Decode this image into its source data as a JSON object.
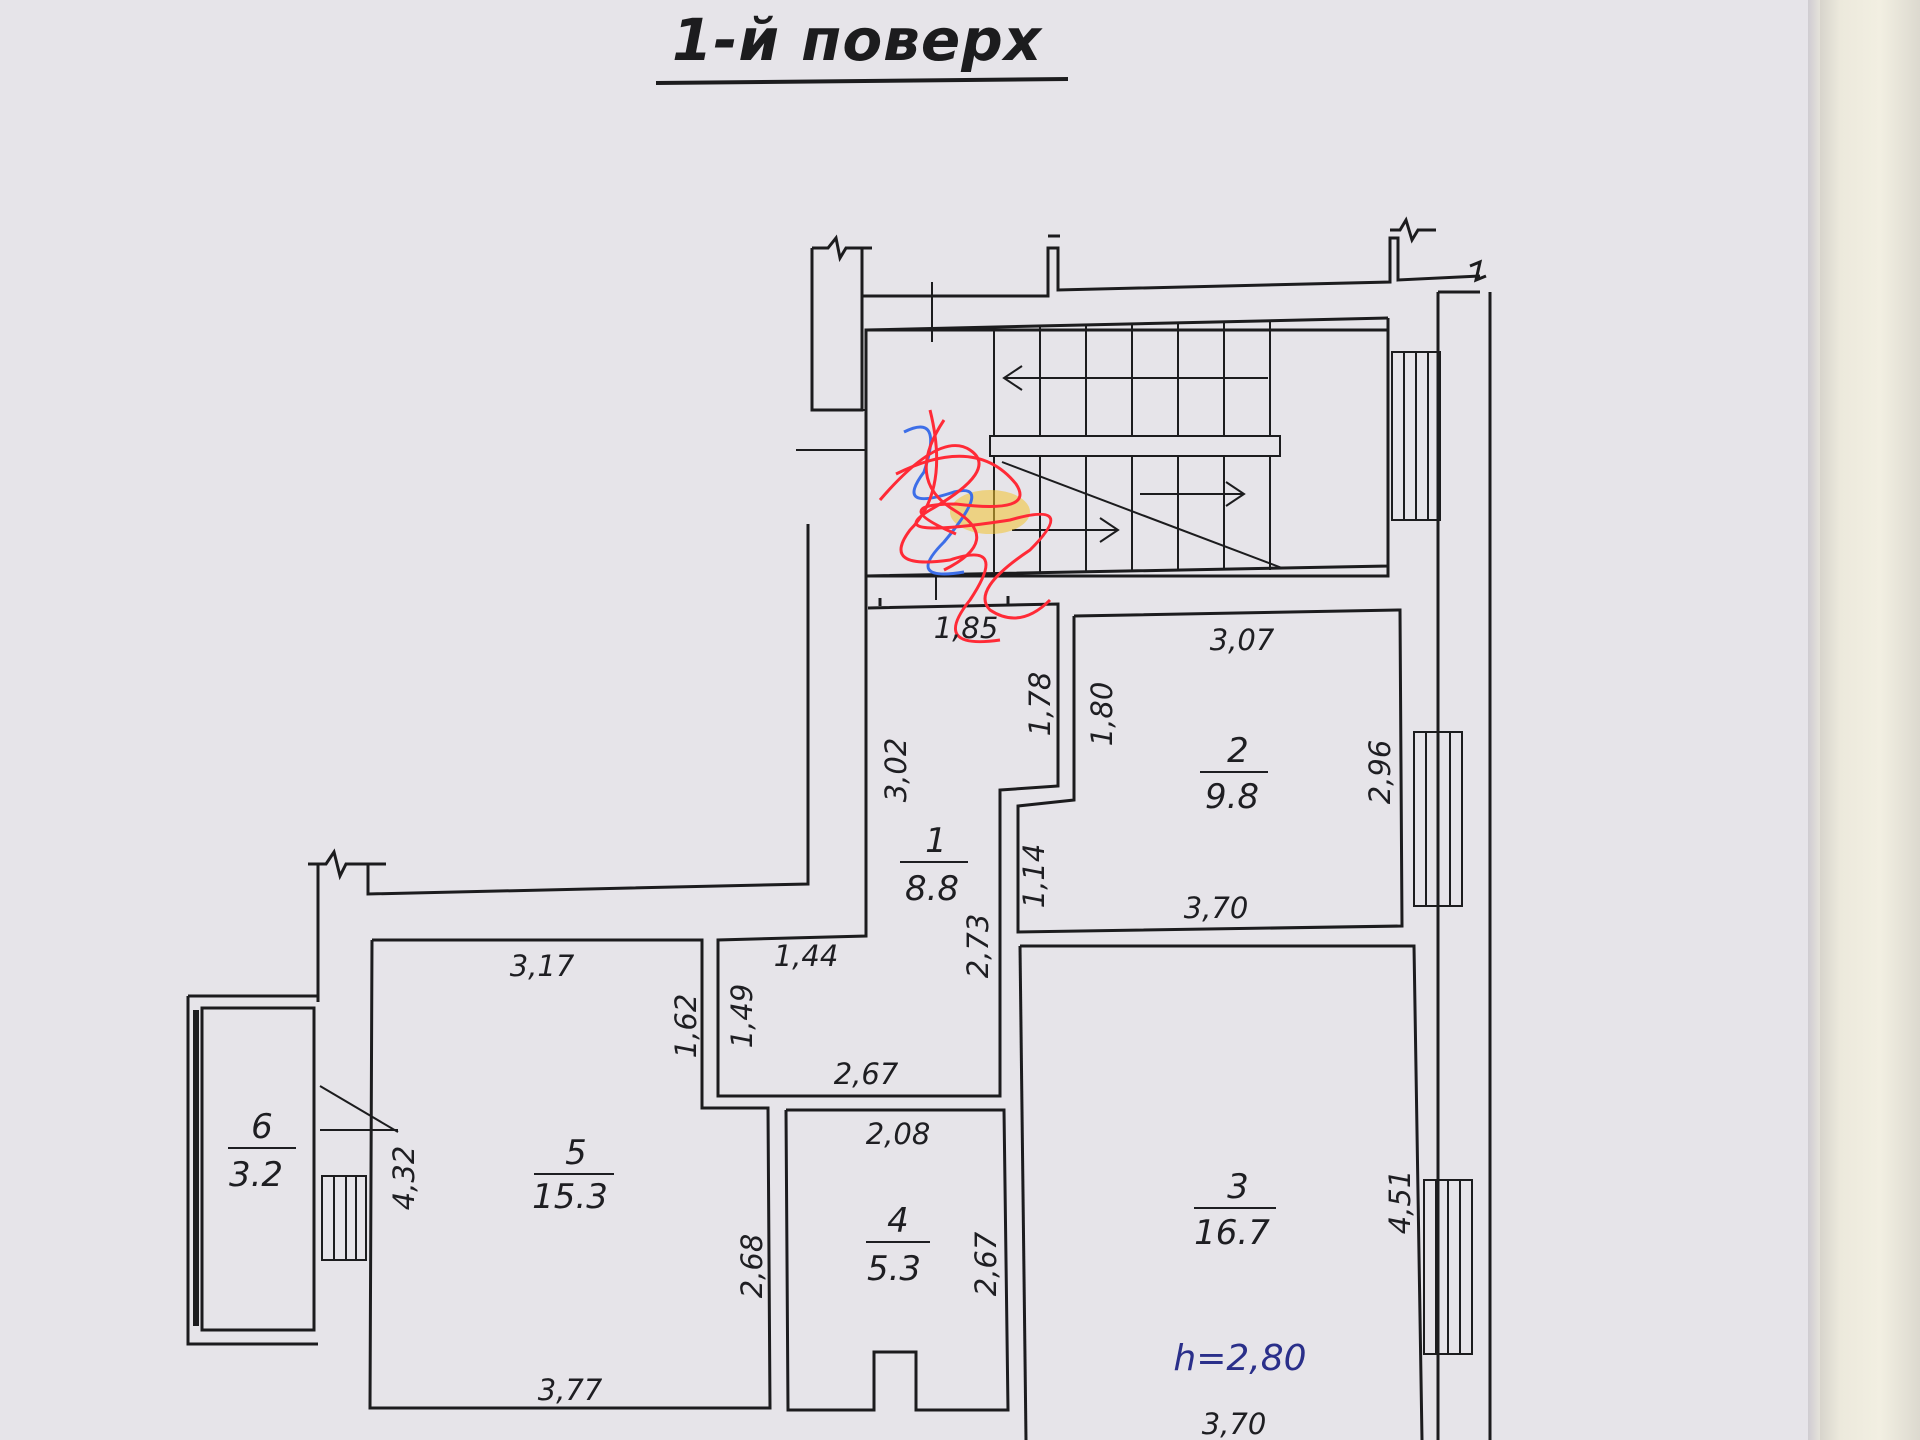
{
  "title": "1-й поверх",
  "ceiling_height": "h=2,80",
  "rooms": [
    {
      "number": "1",
      "area": "8.8"
    },
    {
      "number": "2",
      "area": "9.8"
    },
    {
      "number": "3",
      "area": "16.7"
    },
    {
      "number": "4",
      "area": "5.3"
    },
    {
      "number": "5",
      "area": "15.3"
    },
    {
      "number": "6",
      "area": "3.2"
    }
  ],
  "dimensions": {
    "r1_top": "1,85",
    "r1_left": "3,02",
    "r1_right_upper": "1,78",
    "r1_lower_top": "1,44",
    "r1_lower_right": "2,73",
    "r1_lower_left": "1,49",
    "r1_bottom": "2,67",
    "r2_top": "3,07",
    "r2_left": "1,80",
    "r2_left_lower": "1,14",
    "r2_right": "2,96",
    "r2_bottom": "3,70",
    "r3_right": "4,51",
    "r3_bottom": "3,70",
    "r4_top": "2,08",
    "r4_right": "2,67",
    "r5_top": "3,17",
    "r5_right_upper": "1,62",
    "r5_right_lower": "2,68",
    "r5_left": "4,32",
    "r5_bottom": "3,77"
  },
  "colors": {
    "paper": "#e6e4e9",
    "wall": "#1c1c1e",
    "scribble_red": "#ff2a36",
    "scribble_blue": "#3d6ee8",
    "scribble_yellow": "#f2c230",
    "note_blue": "#2a2f8a"
  },
  "icons": [
    "stair-arrow-icon"
  ]
}
